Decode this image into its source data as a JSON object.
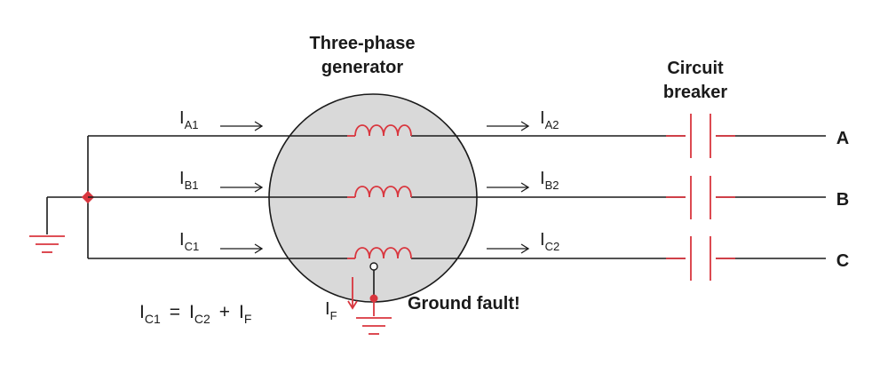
{
  "generator": {
    "title_line1": "Three-phase",
    "title_line2": "generator",
    "fill_color": "#d9d9d9"
  },
  "breaker": {
    "title_line1": "Circuit",
    "title_line2": "breaker"
  },
  "phases": [
    {
      "terminal": "A",
      "in_current": {
        "main": "I",
        "sub": "A1"
      },
      "out_current": {
        "main": "I",
        "sub": "A2"
      }
    },
    {
      "terminal": "B",
      "in_current": {
        "main": "I",
        "sub": "B1"
      },
      "out_current": {
        "main": "I",
        "sub": "B2"
      }
    },
    {
      "terminal": "C",
      "in_current": {
        "main": "I",
        "sub": "C1"
      },
      "out_current": {
        "main": "I",
        "sub": "C2"
      }
    }
  ],
  "fault": {
    "label": "Ground fault!",
    "current": {
      "main": "I",
      "sub": "F"
    }
  },
  "equation": {
    "t1_main": "I",
    "t1_sub": "C1",
    "eq": "=",
    "t2_main": "I",
    "t2_sub": "C2",
    "plus": "+",
    "t3_main": "I",
    "t3_sub": "F"
  },
  "colors": {
    "accent_red": "#d9363e",
    "wire": "#1a1a1a"
  }
}
